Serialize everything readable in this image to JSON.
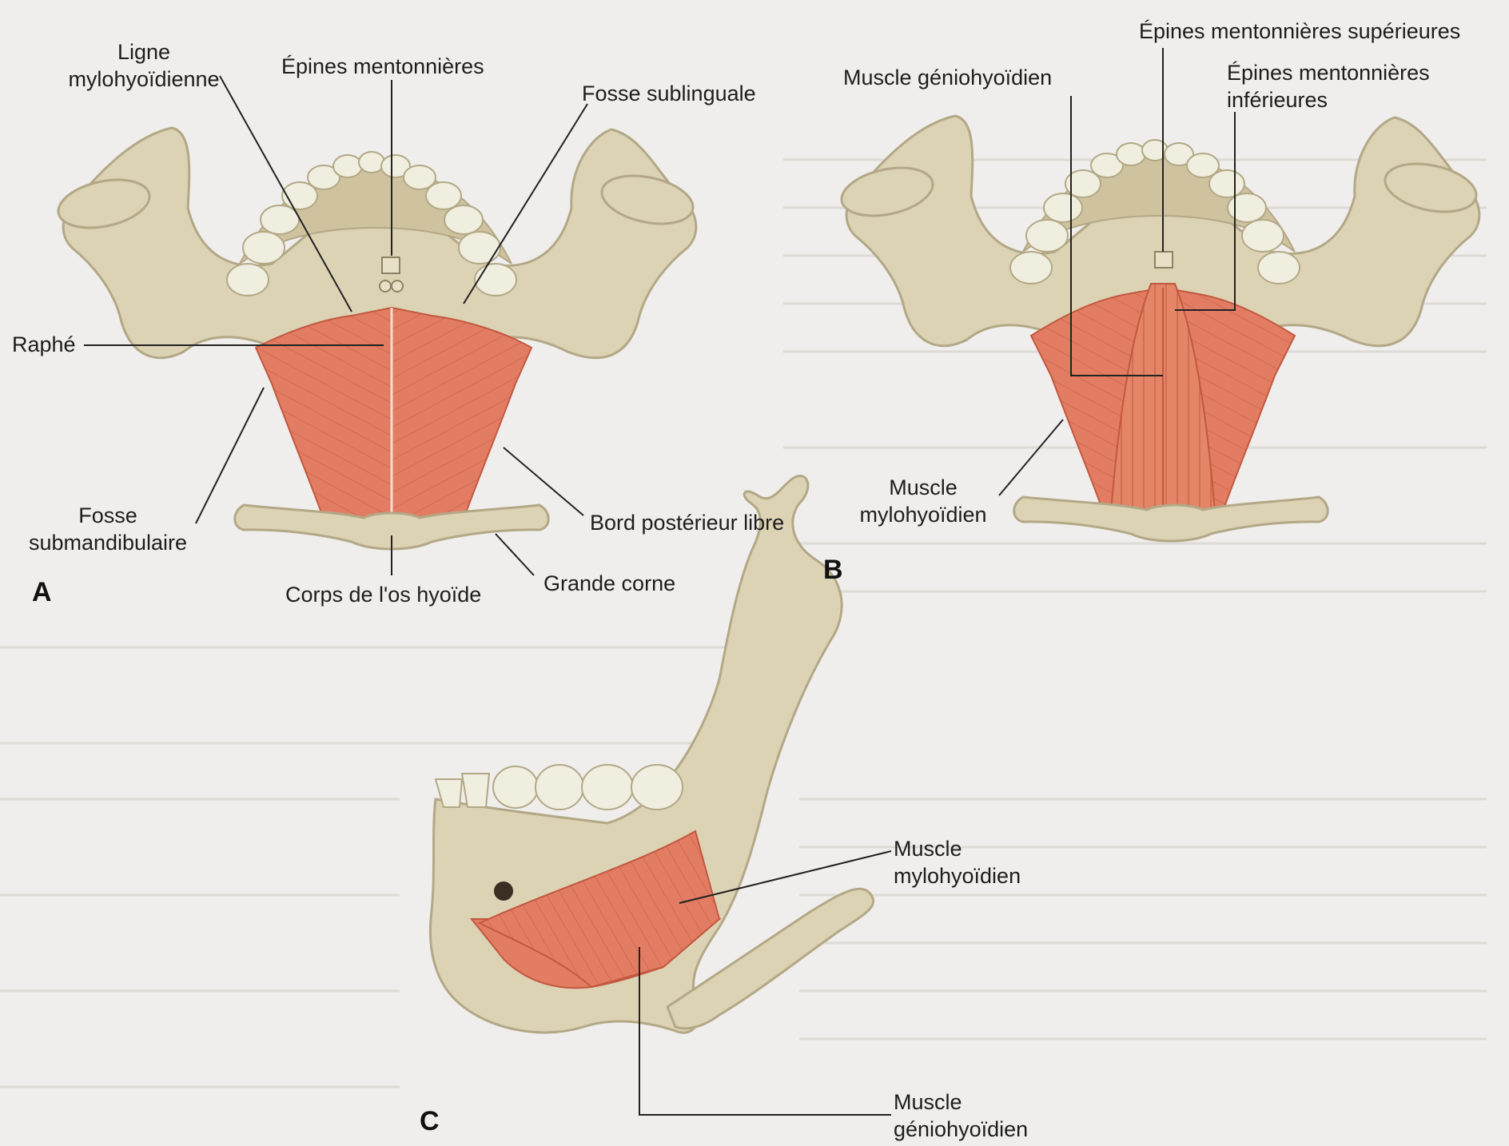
{
  "panels": {
    "a": "A",
    "b": "B",
    "c": "C"
  },
  "labels": {
    "ligne_mylo": "Ligne\nmylohyoïdienne",
    "epines_ment": "Épines mentonnières",
    "fosse_subling": "Fosse sublinguale",
    "raphe": "Raphé",
    "fosse_submand": "Fosse\nsubmandibulaire",
    "bord_post": "Bord postérieur libre",
    "corps_hyoide": "Corps de l'os hyoïde",
    "grande_corne": "Grande corne",
    "muscle_genio_b": "Muscle géniohyoïdien",
    "epines_sup": "Épines mentonnières supérieures",
    "epines_inf": "Épines mentonnières\ninférieures",
    "muscle_mylo_b": "Muscle\nmylohyoïdien",
    "muscle_mylo_c": "Muscle\nmylohyoïdien",
    "muscle_genio_c": "Muscle\ngéniohyoïdien"
  },
  "colors": {
    "background": "#efeeec",
    "bone": "#dcd2b4",
    "bone_shadow": "#b3a886",
    "tooth": "#efeedf",
    "muscle": "#e27d63",
    "muscle_dark": "#c2583f",
    "leader": "#222222"
  }
}
